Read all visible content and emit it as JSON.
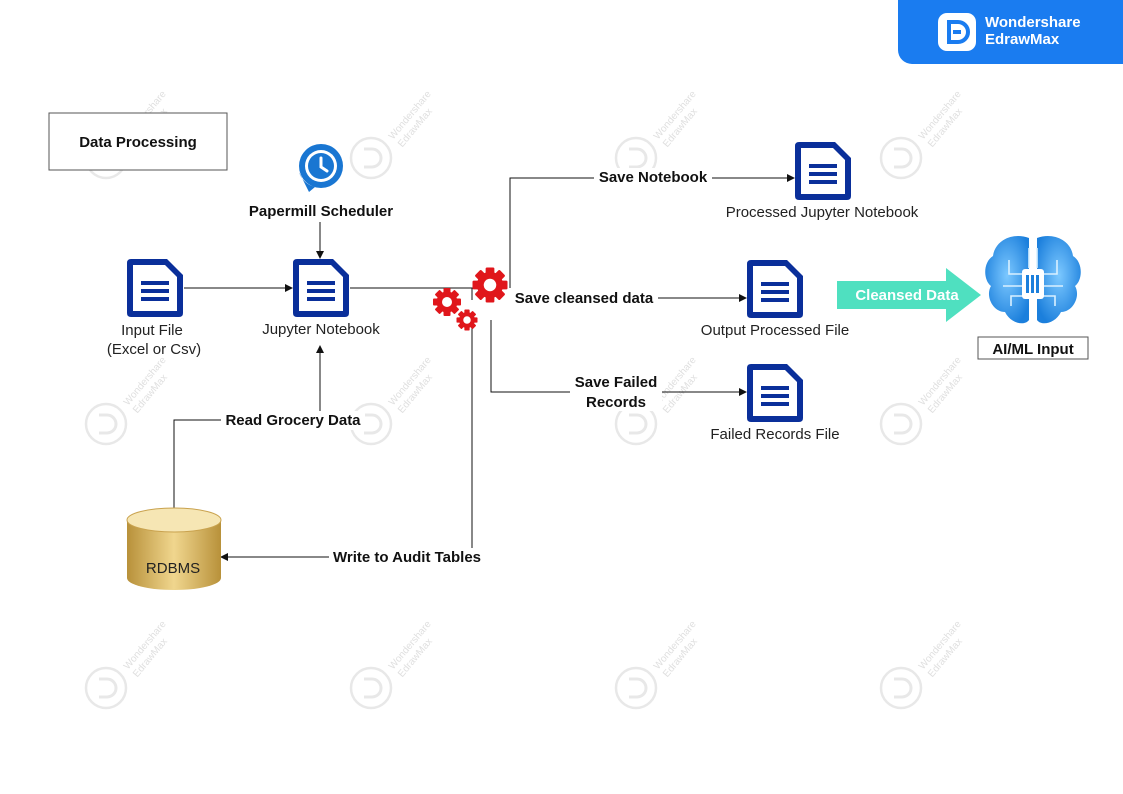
{
  "brand": {
    "line1": "Wondershare",
    "line2": "EdrawMax"
  },
  "watermark": {
    "line1": "Wondershare",
    "line2": "EdrawMax"
  },
  "title": "Data Processing",
  "nodes": {
    "scheduler": "Papermill Scheduler",
    "input_file_line1": "Input File",
    "input_file_line2": "(Excel or Csv)",
    "jupyter": "Jupyter Notebook",
    "processed_notebook": "Processed Jupyter Notebook",
    "output_file": "Output Processed File",
    "failed_file": "Failed Records File",
    "rdbms": "RDBMS",
    "aiml": "AI/ML Input"
  },
  "edges": {
    "save_notebook": "Save Notebook",
    "save_cleansed": "Save cleansed data",
    "save_failed_line1": "Save Failed",
    "save_failed_line2": "Records",
    "read_grocery": "Read Grocery Data",
    "write_audit": "Write to Audit Tables",
    "cleansed_data": "Cleansed Data"
  },
  "colors": {
    "doc_icon": "#0a2f9a",
    "gear": "#e0161b",
    "clock": "#1976d2",
    "arrow_teal": "#4fe0c0",
    "brain": "#2b9df0",
    "rdbms_gold": "#d9b45c",
    "brand_blue": "#1a7cf0"
  }
}
